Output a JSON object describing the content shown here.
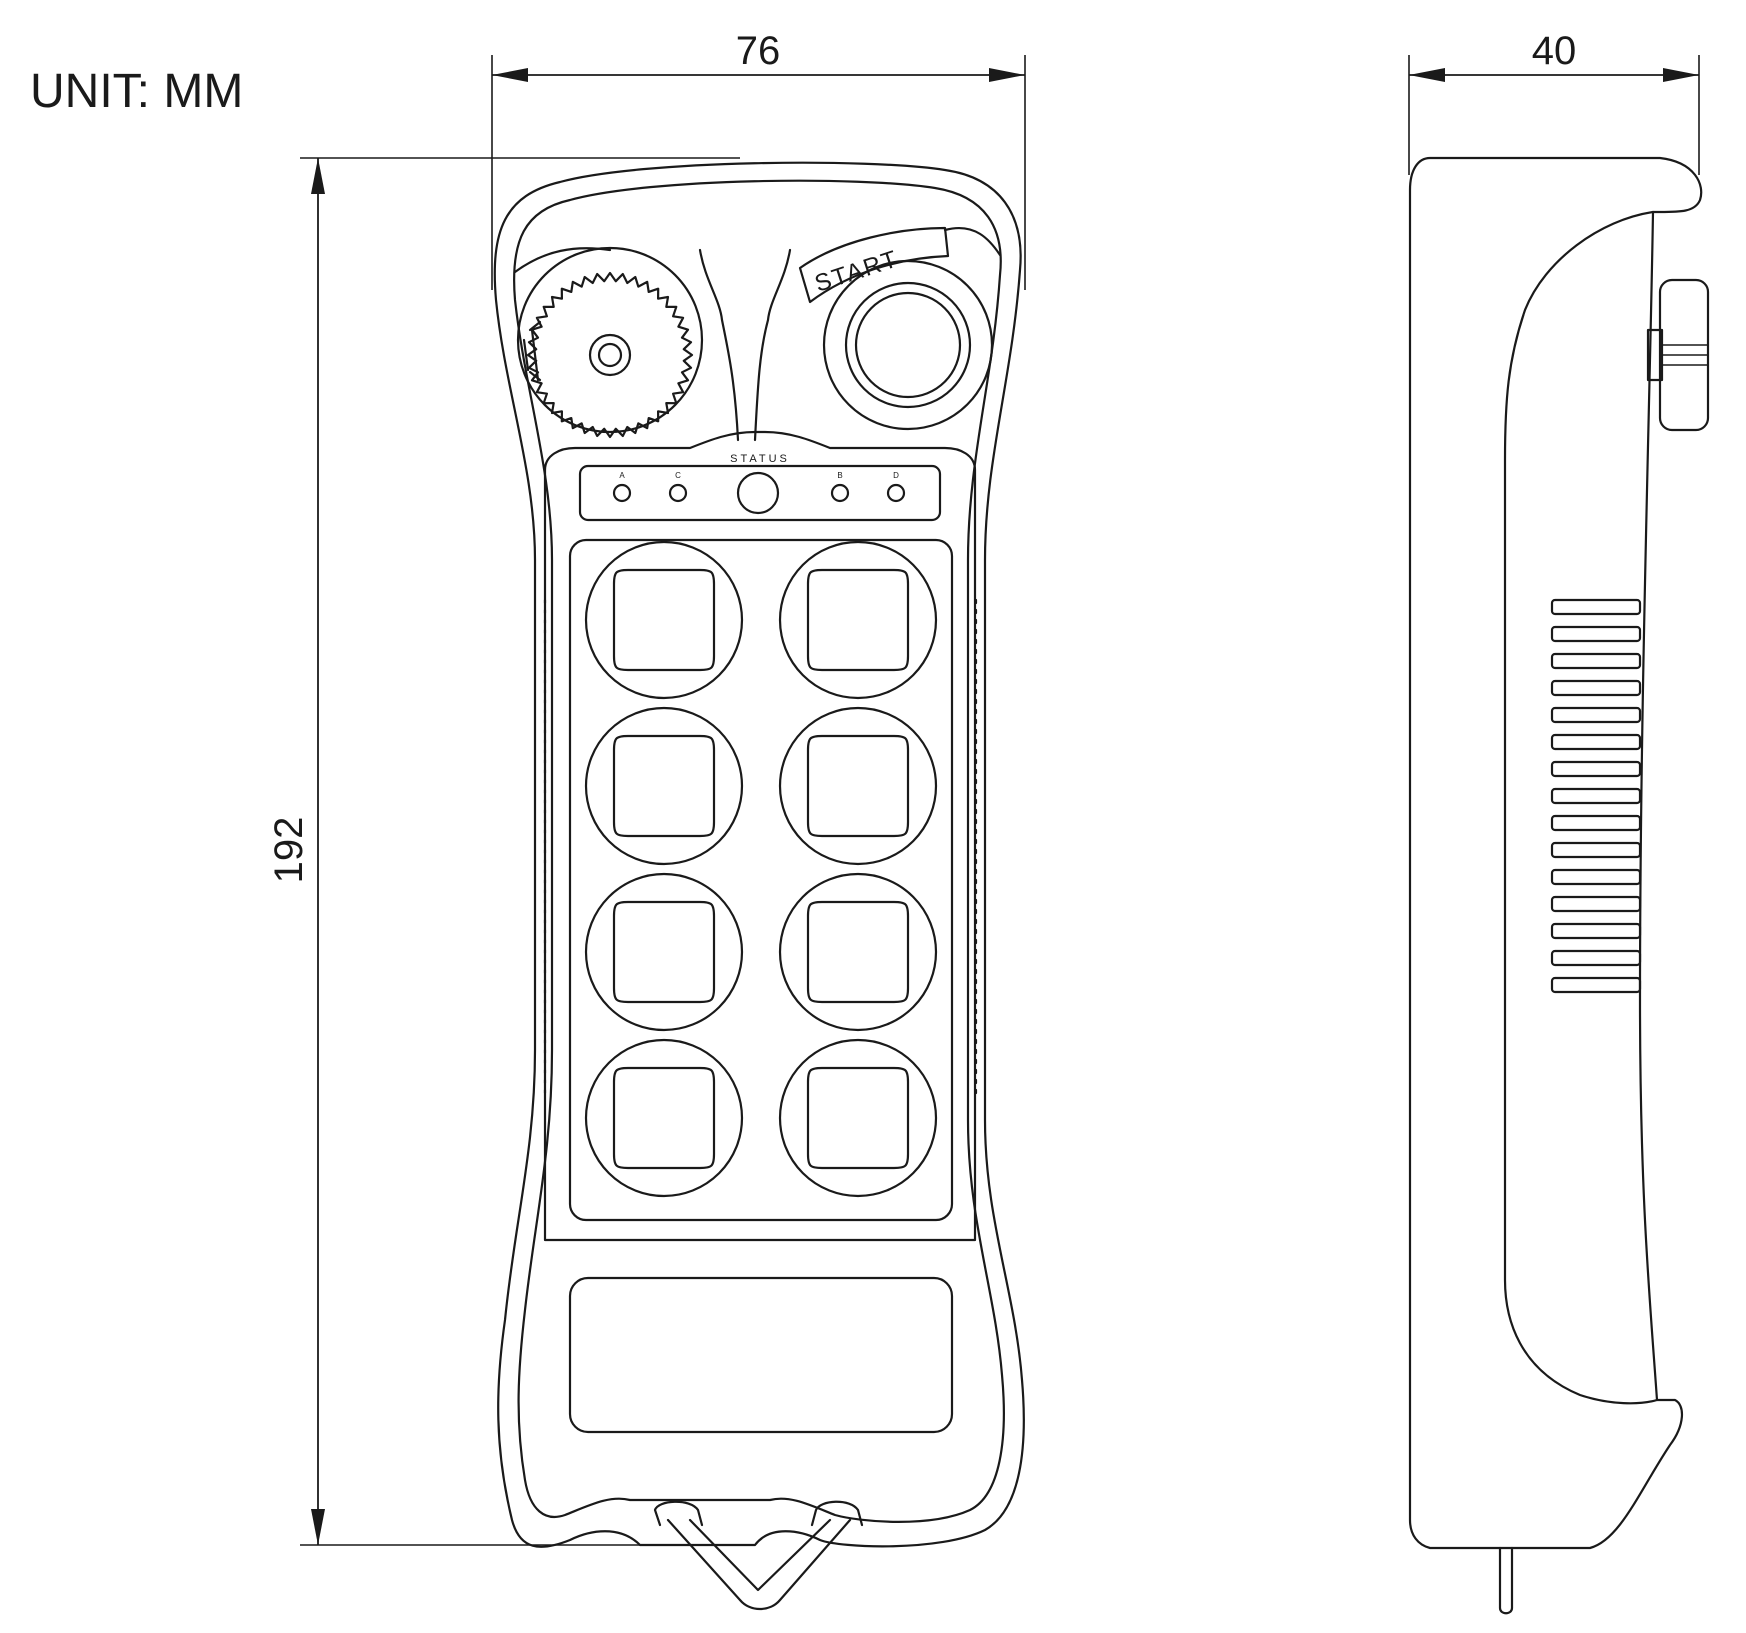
{
  "unit_label": "UNIT: MM",
  "dimensions": {
    "front_width": "76",
    "front_height": "192",
    "side_depth": "40"
  },
  "labels": {
    "start": "START",
    "status": "STATUS",
    "leds": [
      "A",
      "C",
      "B",
      "D"
    ]
  },
  "button_grid": {
    "rows": 4,
    "columns": 2
  },
  "side_grip_ribs": 15
}
